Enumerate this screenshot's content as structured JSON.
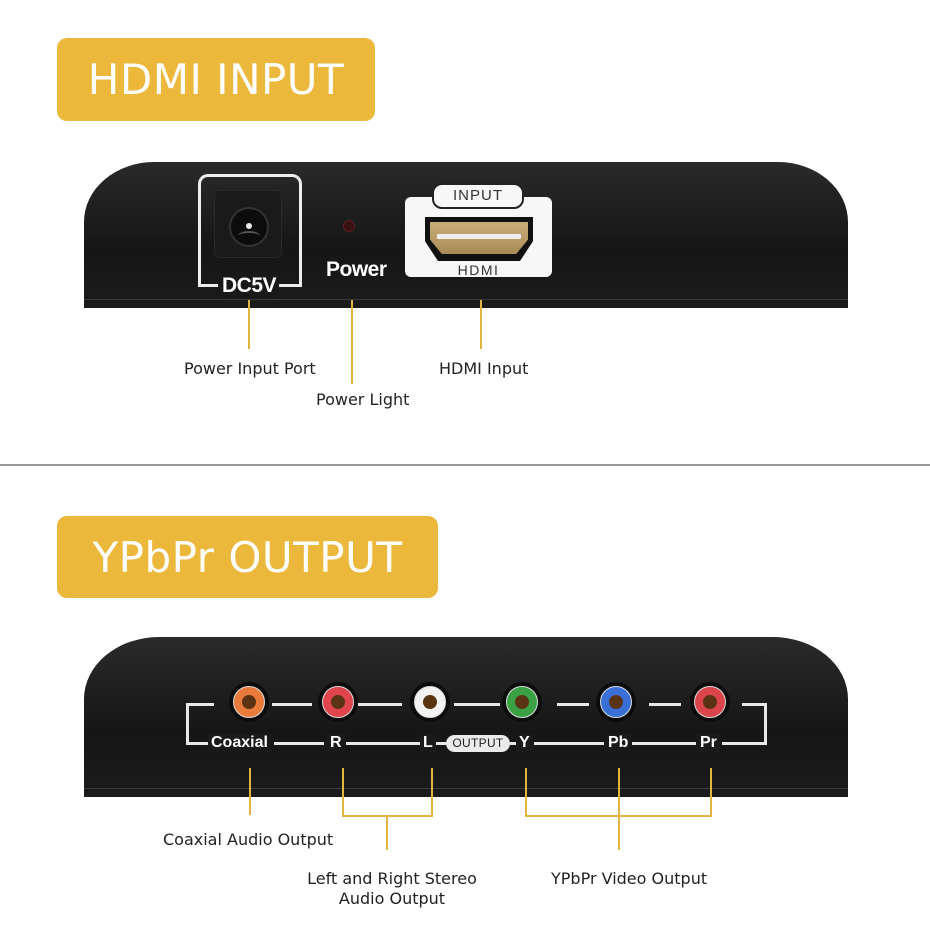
{
  "sections": [
    {
      "title": "HDMI INPUT",
      "panel_labels": {
        "dc_port": "DC5V",
        "power_led": "Power",
        "hdmi_tab": "INPUT",
        "hdmi_port": "HDMI"
      },
      "callouts": [
        "Power Input Port",
        "Power Light",
        "HDMI Input"
      ]
    },
    {
      "title": "YPbPr OUTPUT",
      "panel_labels": {
        "coaxial": "Coaxial",
        "r": "R",
        "l": "L",
        "output": "OUTPUT",
        "y": "Y",
        "pb": "Pb",
        "pr": "Pr"
      },
      "callouts": [
        "Coaxial Audio Output",
        "Left and Right Stereo",
        "Audio Output",
        "YPbPr Video Output"
      ]
    }
  ],
  "colors": {
    "banner": "#ebb83c",
    "leader": "#e3b53c",
    "panel": "#1b1b1b",
    "rca_coaxial": "#e87a3a",
    "rca_r": "#e0454b",
    "rca_l": "#f2f2f2",
    "rca_y": "#3aa046",
    "rca_pb": "#3b6fd8",
    "rca_pr": "#d9454a"
  }
}
